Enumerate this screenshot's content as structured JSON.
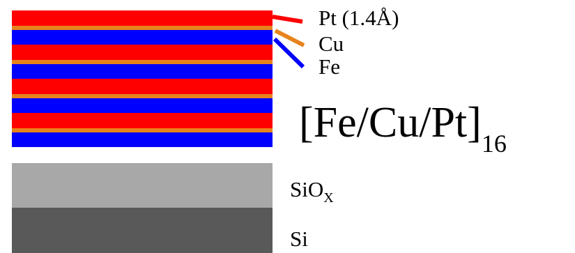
{
  "labels": {
    "pt": "Pt (1.4Å)",
    "cu": "Cu",
    "fe": "Fe",
    "formula_main": "[Fe/Cu/Pt]",
    "formula_sub": "16",
    "sio_main": "SiO",
    "sio_sub": "X",
    "si": "Si"
  },
  "colors": {
    "pt": "#ff0000",
    "cu": "#e8831c",
    "fe": "#0000ff",
    "sio": "#a8a8a8",
    "si": "#595959"
  },
  "multilayer": [
    "pt",
    "cu",
    "fe",
    "pt",
    "cu",
    "fe",
    "pt",
    "cu",
    "fe",
    "pt",
    "cu",
    "fe"
  ],
  "substrate": [
    "sio",
    "si"
  ]
}
